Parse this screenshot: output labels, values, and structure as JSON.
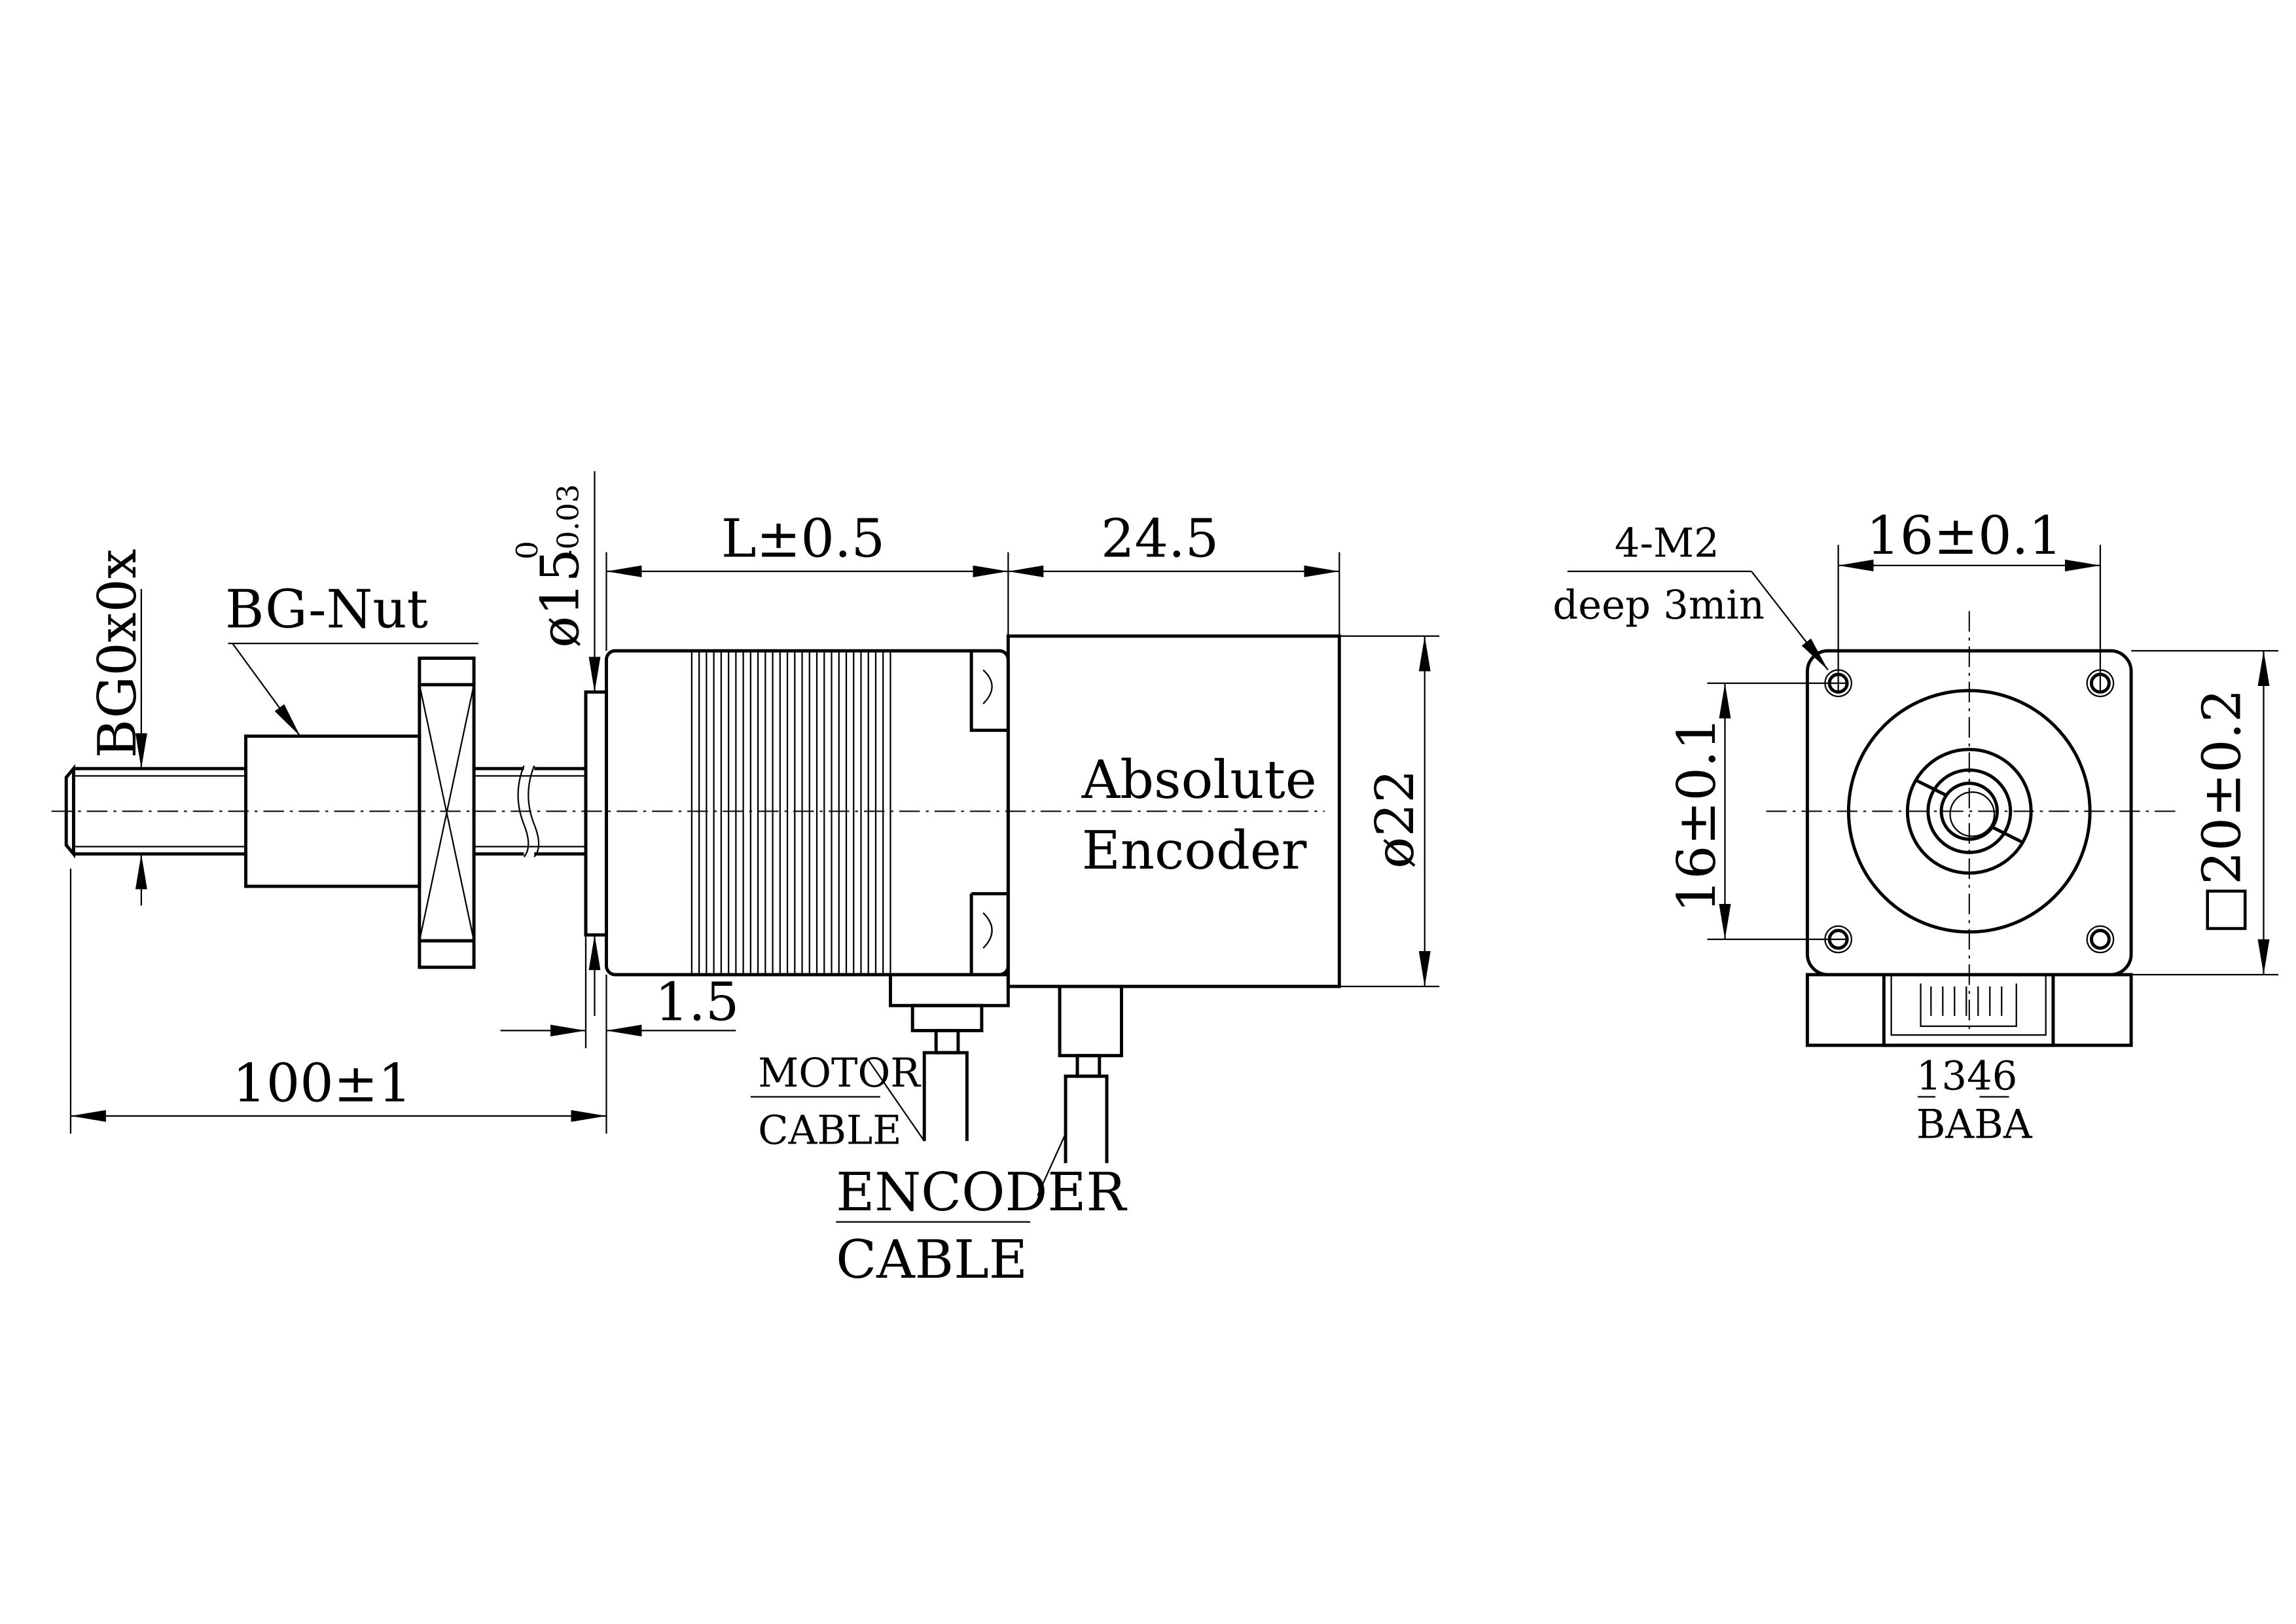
{
  "side_view": {
    "thread_label": "BG0x0x",
    "nut_label": "BG-Nut",
    "pilot_diameter": "ø15",
    "pilot_tol_upper": "0",
    "pilot_tol_lower": "-0.03",
    "motor_length": "L±0.5",
    "encoder_length": "24.5",
    "encoder_label_1": "Absolute",
    "encoder_label_2": "Encoder",
    "encoder_diameter": "ø22",
    "pilot_thickness": "1.5",
    "screw_length": "100±1",
    "motor_cable_1": "MOTOR",
    "motor_cable_2": "CABLE",
    "encoder_cable_1": "ENCODER",
    "encoder_cable_2": "CABLE"
  },
  "front_view": {
    "holes_1": "4-M2",
    "holes_2": "deep 3min",
    "hole_spacing_h": "16±0.1",
    "hole_spacing_v": "16±0.1",
    "frame_size": "□20±0.2",
    "pin_numbers": "1346",
    "pin_phases": "BABA"
  }
}
